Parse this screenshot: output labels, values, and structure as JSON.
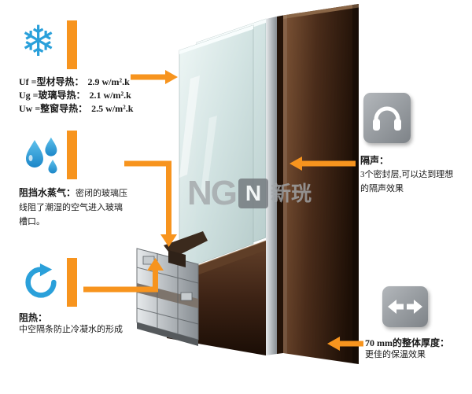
{
  "watermark": {
    "latin_left": "NG",
    "latin_boxed": "N",
    "cjk": "新珖"
  },
  "colors": {
    "accent_orange": "#f7941e",
    "icon_blue": "#2aa0da",
    "frame_brown": "#4a2c1a",
    "icon_gray": "#8d9196",
    "glass": "#d2e3e2"
  },
  "icons": {
    "snowflake": "❄"
  },
  "callouts": {
    "thermal": {
      "lines": [
        {
          "label": "Uf =型材导热：",
          "value": "2.9 w/m².k"
        },
        {
          "label": "Ug =玻璃导热：",
          "value": "2.1 w/m².k"
        },
        {
          "label": "Uw =整窗导热：",
          "value": "2.5 w/m².k"
        }
      ]
    },
    "vapor": {
      "title": "阻挡水蒸气：",
      "body": "密闭的玻璃压线阻了潮湿的空气进入玻璃槽口。"
    },
    "heat": {
      "title": "阻热：",
      "body": "中空隔条防止冷凝水的形成"
    },
    "sound": {
      "title": "隔声：",
      "body": "3个密封层,可以达到理想的隔声效果"
    },
    "thickness": {
      "title": "70 mm的整体厚度：",
      "body": "更佳的保温效果"
    }
  }
}
